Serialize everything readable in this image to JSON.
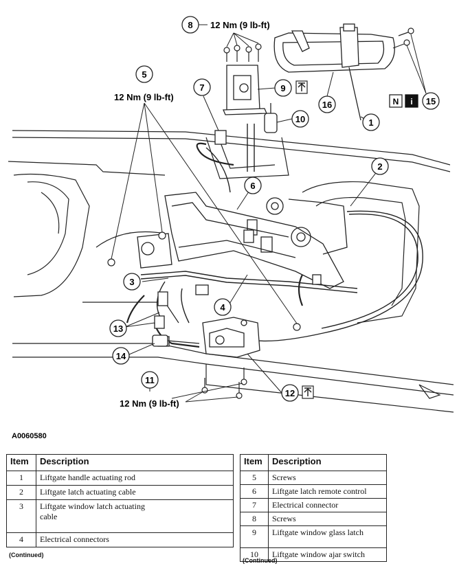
{
  "figure": {
    "id": "A0060580"
  },
  "torque_specs": {
    "t8": "12 Nm (9 lb-ft)",
    "t5": "12 Nm (9 lb-ft)",
    "t11": "12 Nm (9 lb-ft)"
  },
  "badges": {
    "n": "N",
    "i": "i"
  },
  "callouts": {
    "c1": "1",
    "c2": "2",
    "c3": "3",
    "c4": "4",
    "c5": "5",
    "c6": "6",
    "c7": "7",
    "c8": "8",
    "c9": "9",
    "c10": "10",
    "c11": "11",
    "c12": "12",
    "c13": "13",
    "c14": "14",
    "c15": "15",
    "c16": "16"
  },
  "legend_left": {
    "headers": {
      "item": "Item",
      "description": "Description"
    },
    "rows": [
      {
        "item": "1",
        "description": "Liftgate handle actuating rod"
      },
      {
        "item": "2",
        "description": "Liftgate latch actuating cable"
      },
      {
        "item": "3",
        "description": "Liftgate window latch actuating cable"
      },
      {
        "item": "4",
        "description": "Electrical connectors"
      }
    ],
    "continued": "(Continued)"
  },
  "legend_right": {
    "headers": {
      "item": "Item",
      "description": "Description"
    },
    "rows": [
      {
        "item": "5",
        "description": "Screws"
      },
      {
        "item": "6",
        "description": "Liftgate latch remote control"
      },
      {
        "item": "7",
        "description": "Electrical connector"
      },
      {
        "item": "8",
        "description": "Screws"
      },
      {
        "item": "9",
        "description": "Liftgate window glass latch"
      },
      {
        "item": "10",
        "description": "Liftgate window ajar switch"
      }
    ],
    "continued": "(Continued)"
  }
}
